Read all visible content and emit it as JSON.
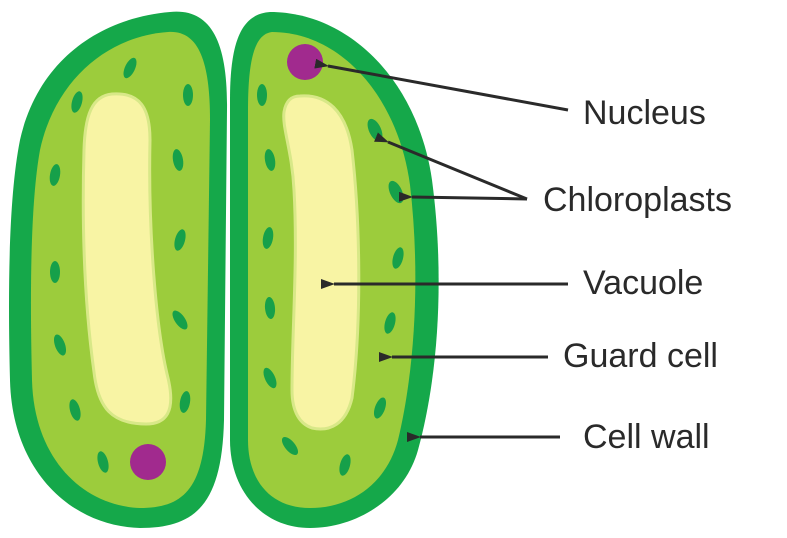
{
  "colors": {
    "cell_wall": "#15a84a",
    "cytoplasm": "#9ccc3c",
    "vacuole": "#f8f4a4",
    "vacuole_edge": "#d8e888",
    "chloroplast": "#16a04a",
    "nucleus": "#a12a8e",
    "arrow": "#2a2a2a"
  },
  "labels": {
    "nucleus": "Nucleus",
    "chloroplasts": "Chloroplasts",
    "vacuole": "Vacuole",
    "guard_cell": "Guard cell",
    "cell_wall": "Cell wall"
  }
}
